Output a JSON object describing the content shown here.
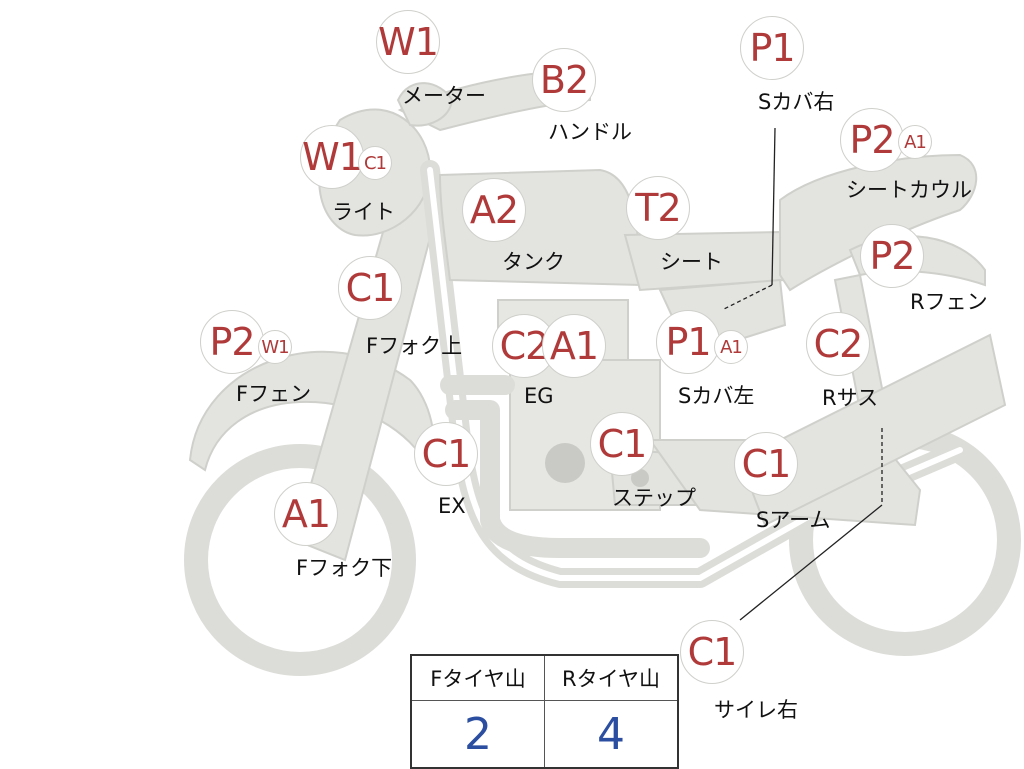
{
  "parts": [
    {
      "id": "meter",
      "label": "メーター",
      "codes": [
        "W1"
      ]
    },
    {
      "id": "handle",
      "label": "ハンドル",
      "codes": [
        "B2"
      ]
    },
    {
      "id": "s-cover-right",
      "label": "Sカバ右",
      "codes": [
        "P1"
      ]
    },
    {
      "id": "seat-cowl",
      "label": "シートカウル",
      "codes": [
        "P2",
        "A1"
      ]
    },
    {
      "id": "light",
      "label": "ライト",
      "codes": [
        "W1",
        "C1"
      ]
    },
    {
      "id": "tank",
      "label": "タンク",
      "codes": [
        "A2"
      ]
    },
    {
      "id": "seat",
      "label": "シート",
      "codes": [
        "T2"
      ]
    },
    {
      "id": "r-fender",
      "label": "Rフェン",
      "codes": [
        "P2"
      ]
    },
    {
      "id": "f-fork-upper",
      "label": "Fフォク上",
      "codes": [
        "C1"
      ]
    },
    {
      "id": "f-fender",
      "label": "Fフェン",
      "codes": [
        "P2",
        "W1"
      ]
    },
    {
      "id": "engine",
      "label": "EG",
      "codes": [
        "C2",
        "A1"
      ]
    },
    {
      "id": "s-cover-left",
      "label": "Sカバ左",
      "codes": [
        "P1",
        "A1"
      ]
    },
    {
      "id": "r-suspension",
      "label": "Rサス",
      "codes": [
        "C2"
      ]
    },
    {
      "id": "exhaust",
      "label": "EX",
      "codes": [
        "C1"
      ]
    },
    {
      "id": "step",
      "label": "ステップ",
      "codes": [
        "C1"
      ]
    },
    {
      "id": "swing-arm",
      "label": "Sアーム",
      "codes": [
        "C1"
      ]
    },
    {
      "id": "f-fork-lower",
      "label": "Fフォク下",
      "codes": [
        "A1"
      ]
    },
    {
      "id": "muffler-right",
      "label": "サイレ右",
      "codes": [
        "C1"
      ]
    }
  ],
  "tire_table": {
    "headers": [
      "Fタイヤ山",
      "Rタイヤ山"
    ],
    "values": [
      "2",
      "4"
    ]
  },
  "colors": {
    "code_text": "#b03a3a",
    "body_fill": "#e3e3e0",
    "tire_value": "#2b4ea0"
  }
}
